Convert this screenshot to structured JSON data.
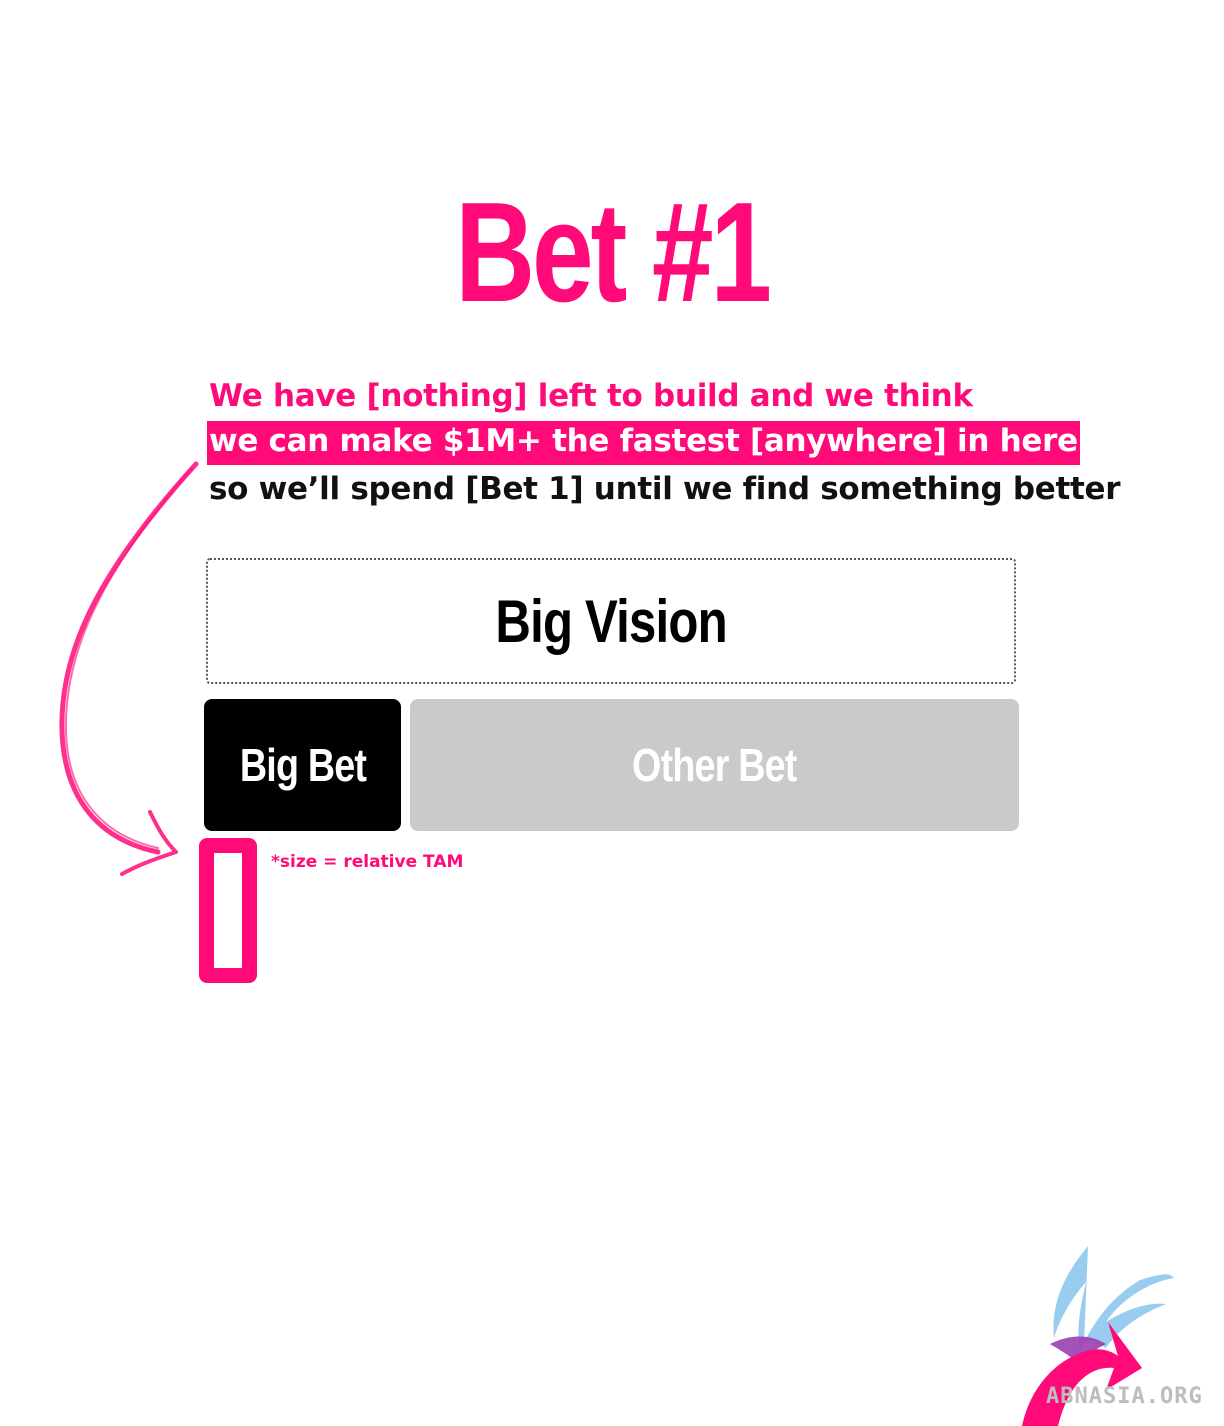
{
  "colors": {
    "accent": "#ff0a78",
    "text_dark": "#111111",
    "other_bet_fill": "#cacaca",
    "logo_blue": "#8ec8ee"
  },
  "title": "Bet #1",
  "statement": {
    "line1": "We have [nothing] left to build and we think",
    "line2": "we can make $1M+ the fastest [anywhere] in here",
    "line3": "so we’ll spend [Bet 1] until we find something better"
  },
  "diagram": {
    "vision_label": "Big Vision",
    "big_bet_label": "Big Bet",
    "other_bet_label": "Other Bet",
    "footnote": "*size = relative TAM"
  },
  "icons": {
    "arrow": "curved-arrow-icon",
    "marker": "bracket-marker-icon",
    "logo": "bird-logo-icon"
  },
  "logo": {
    "text": "ABNASIA.ORG"
  }
}
